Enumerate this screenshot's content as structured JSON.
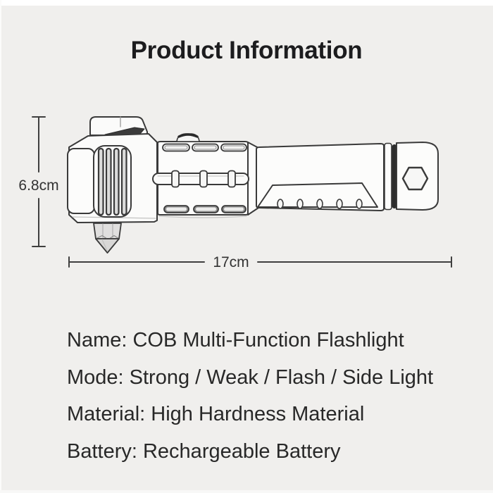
{
  "page": {
    "title": "Product Information",
    "background_color": "#f0efed"
  },
  "diagram": {
    "subject": "cob-multi-function-safety-hammer-flashlight-line-drawing",
    "height_label": "6.8cm",
    "length_label": "17cm",
    "line_color": "#3a3a3a",
    "blade_color": "#3b3b3b",
    "bezel_ring_color": "#2d2d2d",
    "body_fill_color": "#fcfcfb"
  },
  "specs": {
    "items": [
      "Name: COB Multi-Function Flashlight",
      "Mode: Strong / Weak / Flash / Side Light",
      "Material: High Hardness Material",
      "Battery: Rechargeable Battery"
    ]
  }
}
